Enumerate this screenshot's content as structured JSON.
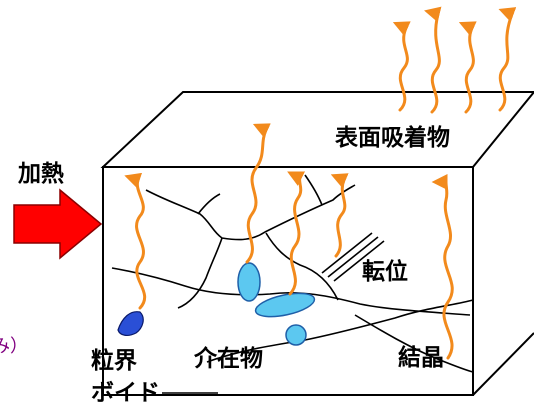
{
  "labels": {
    "heating": "加熱",
    "surface_adsorbate": "表面吸着物",
    "dislocation": "転位",
    "grain_boundary": "粒界",
    "void": "ボイド",
    "inclusion": "介在物",
    "crystal": "結晶",
    "cut_off": "み）"
  },
  "colors": {
    "arrow": "#f28a1c",
    "heating_arrow": "#ff0000",
    "inclusion_fill": "#5cc8f0",
    "void_fill": "#2a4fd6",
    "line": "#000000"
  }
}
